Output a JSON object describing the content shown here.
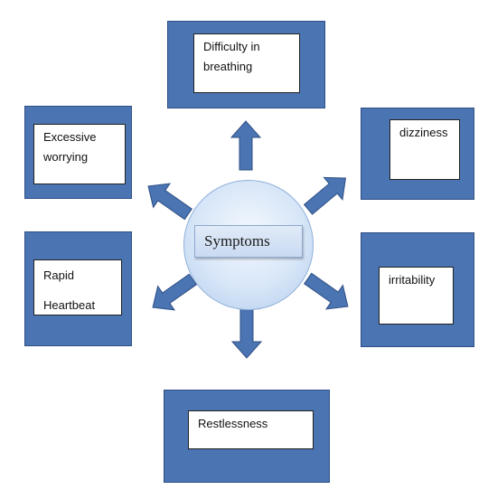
{
  "center": {
    "label": "Symptoms"
  },
  "nodes": [
    {
      "id": "difficulty-breathing",
      "lines": [
        "Difficulty in",
        "breathing"
      ]
    },
    {
      "id": "dizziness",
      "lines": [
        "dizziness"
      ]
    },
    {
      "id": "irritability",
      "lines": [
        "irritability"
      ]
    },
    {
      "id": "restlessness",
      "lines": [
        "Restlessness"
      ]
    },
    {
      "id": "rapid-heartbeat",
      "lines": [
        "Rapid",
        "Heartbeat"
      ]
    },
    {
      "id": "excessive-worrying",
      "lines": [
        "Excessive",
        "worrying"
      ]
    }
  ],
  "colors": {
    "box_fill": "#4a74b2",
    "arrow_fill": "#4a74b2",
    "center_fill": "#d7e6f8"
  }
}
